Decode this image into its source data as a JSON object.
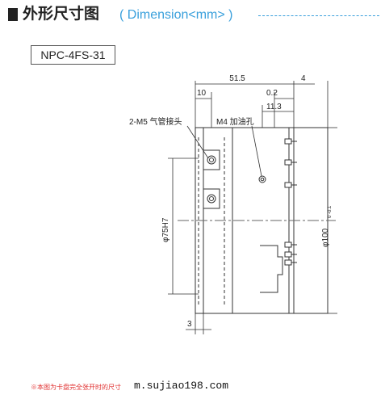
{
  "header": {
    "title": "外形尺寸图",
    "subtitle": "( Dimension<mm> )"
  },
  "model": "NPC-4FS-31",
  "dimensions": {
    "overall_width": "51.5",
    "right_offset": "4",
    "left_width": "10",
    "small_offset": "0.2",
    "hole_offset": "11.3",
    "inner_diameter": "φ75H7",
    "outer_diameter": "φ100",
    "outer_tolerance": "0\n-0.1",
    "bottom_offset": "3"
  },
  "labels": {
    "air_port": "2-M5 气管接头",
    "oil_hole": "M4 加油孔"
  },
  "footnote": "※本图为卡盘完全张开时的尺寸",
  "watermark": "m.sujiao198.com"
}
